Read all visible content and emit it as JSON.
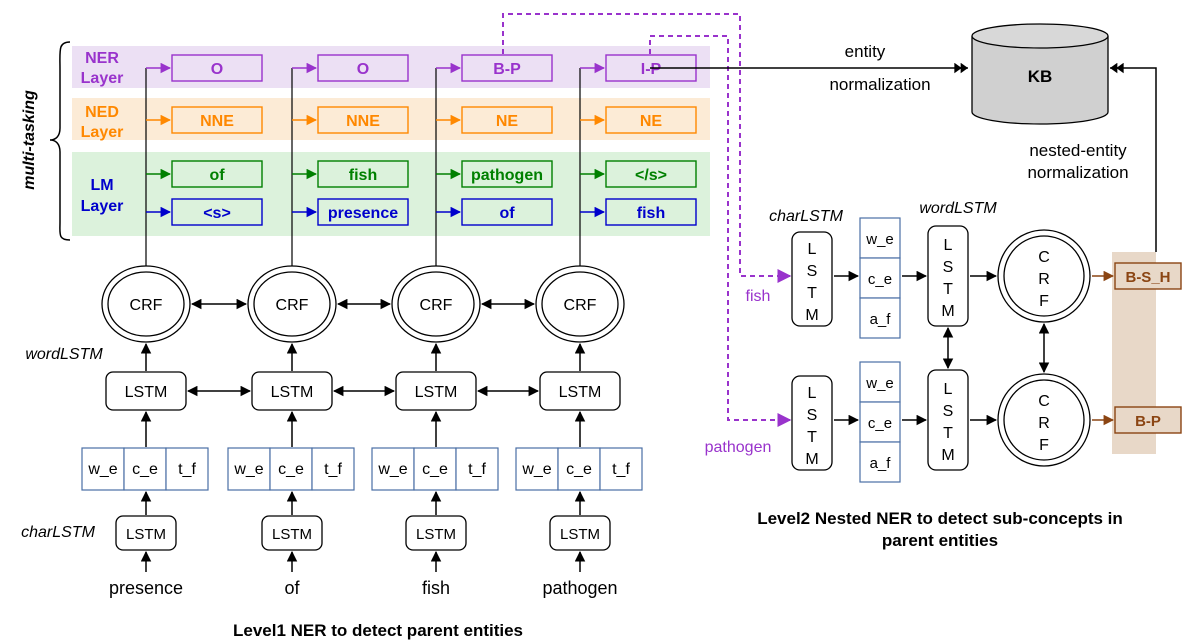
{
  "multitask_label": "multi-tasking",
  "layers": {
    "ner": {
      "line1": "NER",
      "line2": "Layer",
      "color": "#9933cc",
      "band": "#ece0f4",
      "cells": [
        "O",
        "O",
        "B-P",
        "I-P"
      ]
    },
    "ned": {
      "line1": "NED",
      "line2": "Layer",
      "color": "#ff8800",
      "band": "#fcebd6",
      "cells": [
        "NNE",
        "NNE",
        "NE",
        "NE"
      ]
    },
    "lm": {
      "line1": "LM",
      "line2": "Layer",
      "band": "#dcf2dc",
      "forward_color": "#008000",
      "backward_color": "#0000cc",
      "forward_cells": [
        "of",
        "fish",
        "pathogen",
        "</s>"
      ],
      "backward_cells": [
        "<s>",
        "presence",
        "of",
        "fish"
      ]
    }
  },
  "level1": {
    "crf_label": "CRF",
    "lstm_label": "LSTM",
    "word_lstm_label": "wordLSTM",
    "char_lstm_label": "charLSTM",
    "feature_labels": [
      "w_e",
      "c_e",
      "t_f"
    ],
    "tokens": [
      "presence",
      "of",
      "fish",
      "pathogen"
    ],
    "caption": "Level1 NER to detect parent entities"
  },
  "kb": {
    "label": "KB",
    "fill": "#d0d0d0"
  },
  "entity_normalization": {
    "line1": "entity",
    "line2": "normalization"
  },
  "nested_normalization": {
    "line1": "nested-entity",
    "line2": "normalization"
  },
  "level2": {
    "char_lstm_label": "charLSTM",
    "word_lstm_label": "wordLSTM",
    "lstm_vertical": [
      "L",
      "S",
      "T",
      "M"
    ],
    "crf_vertical": [
      "C",
      "R",
      "F"
    ],
    "feature_labels": [
      "w_e",
      "c_e",
      "a_f"
    ],
    "inputs": [
      "fish",
      "pathogen"
    ],
    "input_color": "#9933cc",
    "outputs": [
      "B-S_H",
      "B-P"
    ],
    "output_color": "#8b4513",
    "output_band": "#e8d8c8",
    "caption_line1": "Level2 Nested NER to detect sub-concepts in",
    "caption_line2": "parent entities"
  }
}
